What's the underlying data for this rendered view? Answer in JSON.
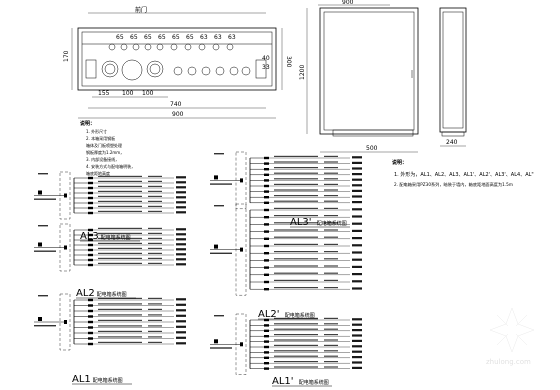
{
  "front_panel": {
    "top_label": "前门",
    "hole_dims": [
      "65",
      "65",
      "65",
      "65",
      "65",
      "65",
      "63",
      "63",
      "63"
    ],
    "left_height": "170",
    "right_height": "300",
    "bottom_dims": [
      "155",
      "100",
      "100"
    ],
    "right_small": [
      "40",
      "33"
    ],
    "inner_width": "740",
    "outer_width": "900"
  },
  "side_view": {
    "height": "1200",
    "width": "500",
    "depth": "240",
    "top_label": "900"
  },
  "notes_left": {
    "title": "说明：",
    "lines": [
      "1. 外形尺寸",
      "2. 本箱采用钢板",
      "   箱体及门板喷塑处理",
      "   钢板厚度为1.2mm，",
      "3. 内部设备接线，",
      "4. 安装方式与配电箱明装，",
      "   箱底距地高度"
    ]
  },
  "notes_right": {
    "title": "说明：",
    "line1": "1. 外形为，AL1、AL2、AL3、AL1'、AL2'、AL3'、AL4、AL\"",
    "line2": "2. 配电箱采用PZ30系列，暗装于墙内，箱底距地面高度为1.5m"
  },
  "diagrams": [
    {
      "caption": "AL3配电箱系统图",
      "label_text": "AL3",
      "caption_rest": "配电箱系统图"
    },
    {
      "caption": "AL3'配电箱系统图",
      "label_text": "AL3'",
      "caption_rest": "配电箱系统图"
    },
    {
      "caption": "AL2配电箱系统图",
      "label_text": "AL2",
      "caption_rest": "配电箱系统图"
    },
    {
      "caption": "AL2'配电箱系统图",
      "label_text": "AL2'",
      "caption_rest": "配电箱系统图"
    },
    {
      "caption": "AL1配电箱系统图",
      "label_text": "AL1",
      "caption_rest": "配电箱系统图"
    },
    {
      "caption": "AL1'配电箱系统图",
      "label_text": "AL1'",
      "caption_rest": "配电箱系统图"
    }
  ],
  "watermark": {
    "site": "zhulong.com"
  }
}
